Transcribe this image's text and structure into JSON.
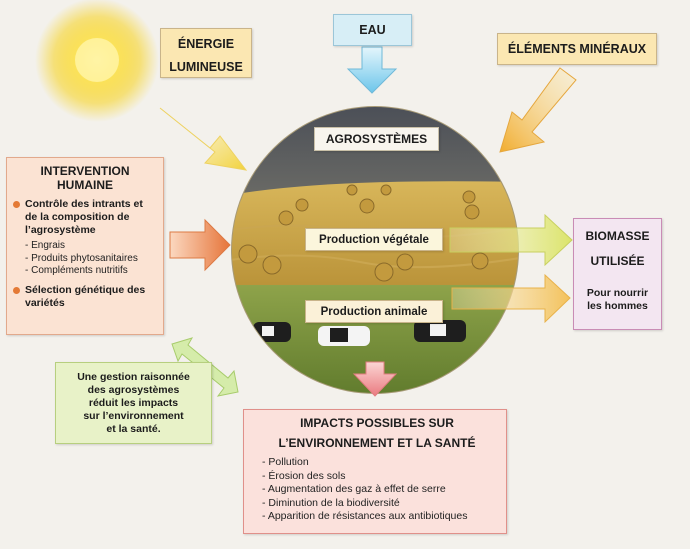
{
  "energy": {
    "title_line1": "ÉNERGIE",
    "title_line2": "LUMINEUSE"
  },
  "water": {
    "title": "EAU"
  },
  "minerals": {
    "title": "ÉLÉMENTS MINÉRAUX"
  },
  "agrosystems": {
    "title": "AGROSYSTÈMES"
  },
  "intervention": {
    "title_line1": "INTERVENTION",
    "title_line2": "HUMAINE",
    "bullet1_lines": [
      "Contrôle des intrants et",
      "de la composition de",
      "l’agrosystème"
    ],
    "bullet1_items": [
      "- Engrais",
      "- Produits phytosanitaires",
      "- Compléments nutritifs"
    ],
    "bullet2_lines": [
      "Sélection génétique des",
      "variétés"
    ]
  },
  "production_vegetale": {
    "label": "Production végétale"
  },
  "production_animale": {
    "label": "Production animale"
  },
  "biomass": {
    "title_line1": "BIOMASSE",
    "title_line2": "UTILISÉE",
    "subtitle_line1": "Pour nourrir",
    "subtitle_line2": "les hommes"
  },
  "management": {
    "lines": [
      "Une gestion raisonnée",
      "des agrosystèmes",
      "réduit  les impacts",
      "sur l’environnement",
      "et la santé."
    ]
  },
  "impacts": {
    "title_line1": "IMPACTS POSSIBLES SUR",
    "title_line2": "L’ENVIRONNEMENT ET LA SANTÉ",
    "items": [
      "- Pollution",
      "- Érosion des sols",
      "- Augmentation des gaz à effet de serre",
      "- Diminution de la biodiversité",
      "- Apparition de résistances aux antibiotiques"
    ]
  },
  "colors": {
    "sun": "#f7d21a",
    "light_arrow": "#f6e070",
    "water_arrow": "#8fd3ef",
    "mineral_arrow": "#f5bc4a",
    "intervention_arrow": "#ec8a4e",
    "output_arrow": "#e2ea78",
    "impact_arrow": "#ef8f90",
    "feedback_arrow": "#bfe08a"
  }
}
